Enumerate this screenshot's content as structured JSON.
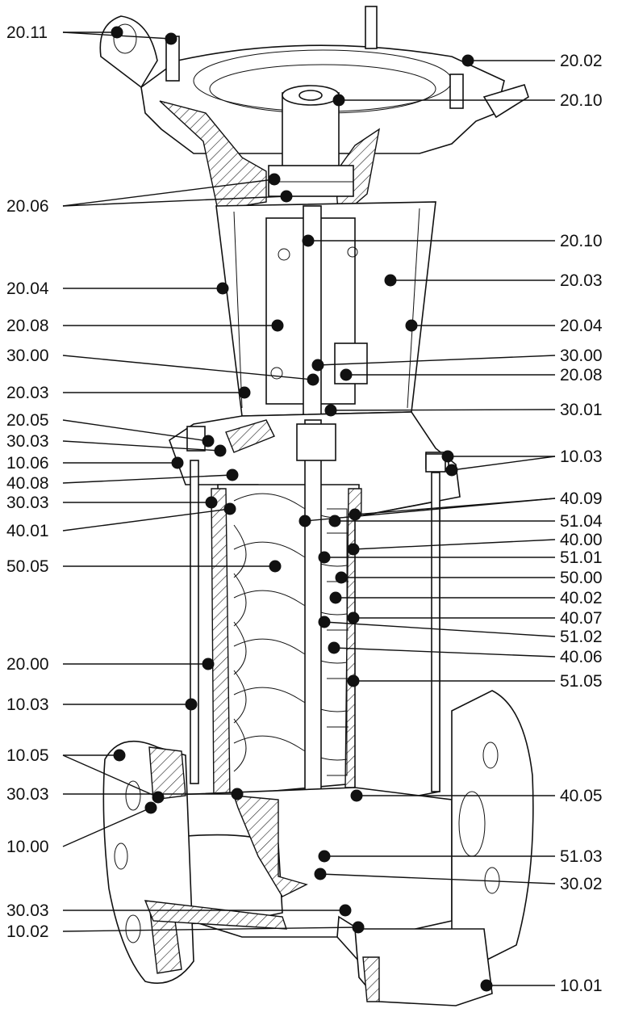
{
  "diagram": {
    "left_labels": [
      "20.11",
      "20.06",
      "20.04",
      "20.08",
      "30.00",
      "20.03",
      "20.05",
      "30.03",
      "10.06",
      "40.08",
      "30.03",
      "40.01",
      "50.05",
      "20.00",
      "10.03",
      "10.05",
      "30.03",
      "10.00",
      "30.03",
      "10.02"
    ],
    "right_labels": [
      "20.02",
      "20.10",
      "20.10",
      "20.03",
      "20.04",
      "30.00",
      "20.08",
      "30.01",
      "10.03",
      "40.09",
      "51.04",
      "40.00",
      "51.01",
      "50.00",
      "40.02",
      "40.07",
      "51.02",
      "40.06",
      "51.05",
      "40.05",
      "51.03",
      "30.02",
      "10.01"
    ]
  }
}
